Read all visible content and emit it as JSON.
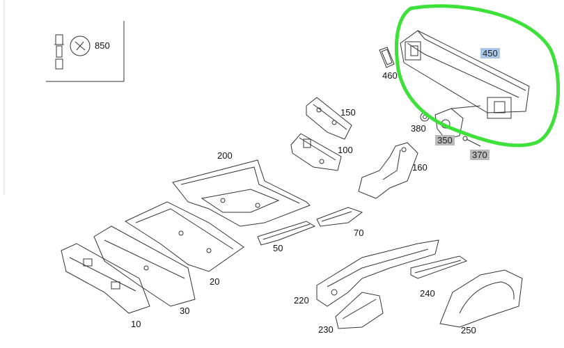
{
  "diagram": {
    "parts": [
      {
        "id": "850",
        "label": "850"
      },
      {
        "id": "460",
        "label": "460"
      },
      {
        "id": "450",
        "label": "450",
        "highlight": "#a8c8e6"
      },
      {
        "id": "150",
        "label": "150"
      },
      {
        "id": "100",
        "label": "100"
      },
      {
        "id": "380",
        "label": "380"
      },
      {
        "id": "350",
        "label": "350",
        "highlight": "#b9b9b9"
      },
      {
        "id": "370",
        "label": "370",
        "highlight": "#b9b9b9"
      },
      {
        "id": "200",
        "label": "200"
      },
      {
        "id": "160",
        "label": "160"
      },
      {
        "id": "70",
        "label": "70"
      },
      {
        "id": "50",
        "label": "50"
      },
      {
        "id": "20",
        "label": "20"
      },
      {
        "id": "30",
        "label": "30"
      },
      {
        "id": "10",
        "label": "10"
      },
      {
        "id": "220",
        "label": "220"
      },
      {
        "id": "240",
        "label": "240"
      },
      {
        "id": "230",
        "label": "230"
      },
      {
        "id": "250",
        "label": "250"
      }
    ],
    "circle_color": "#3ee03a"
  }
}
